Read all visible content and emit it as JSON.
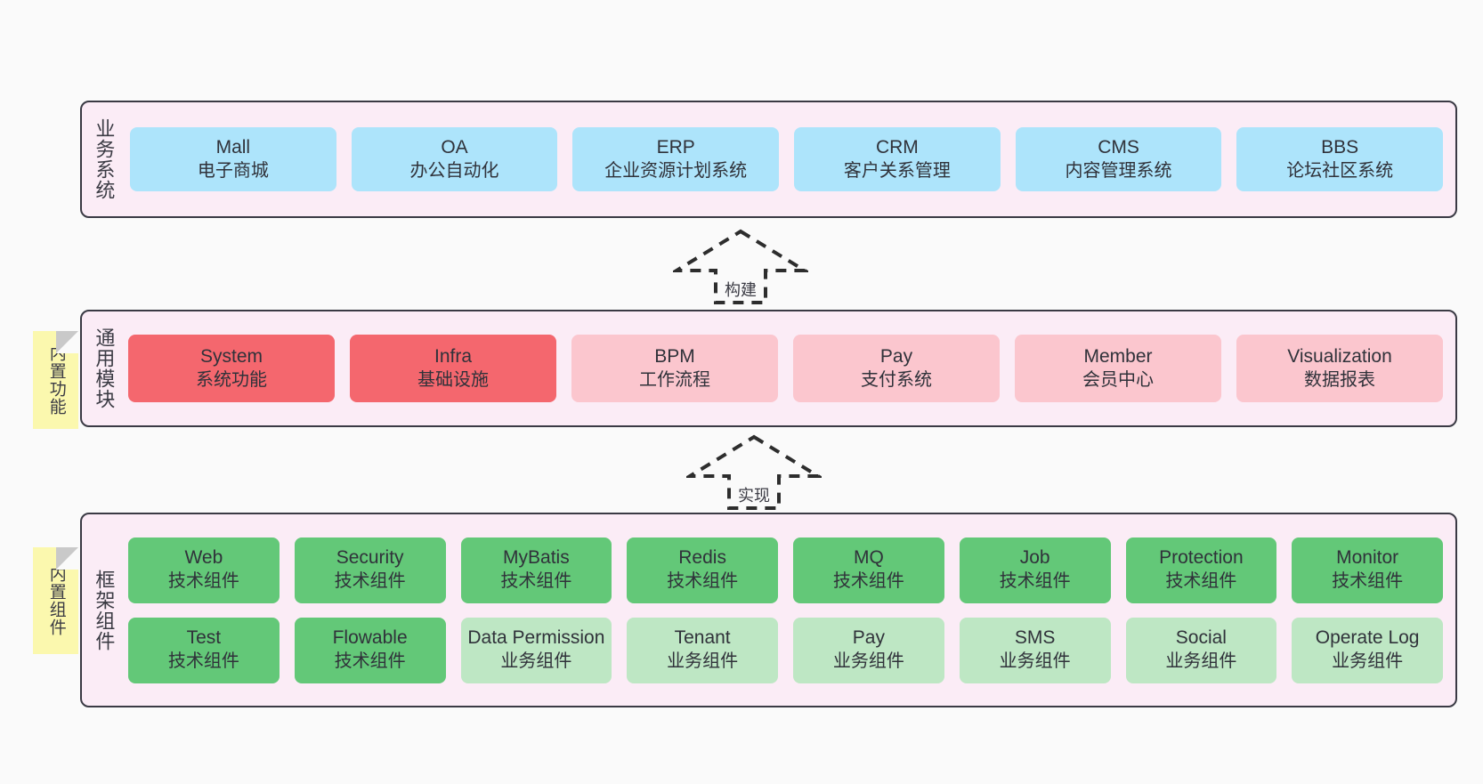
{
  "diagram": {
    "background": "#fafafa",
    "band_fill": "#fbecf6",
    "band_border": "#3a3a44",
    "sticky_fill": "#fbf8ae"
  },
  "layers": [
    {
      "id": "business",
      "label": "业务系统",
      "accent": "#ade4fb",
      "rows": [
        [
          {
            "name": "Mall",
            "desc": "电子商城",
            "style": "c-blue"
          },
          {
            "name": "OA",
            "desc": "办公自动化",
            "style": "c-blue"
          },
          {
            "name": "ERP",
            "desc": "企业资源计划系统",
            "style": "c-blue"
          },
          {
            "name": "CRM",
            "desc": "客户关系管理",
            "style": "c-blue"
          },
          {
            "name": "CMS",
            "desc": "内容管理系统",
            "style": "c-blue"
          },
          {
            "name": "BBS",
            "desc": "论坛社区系统",
            "style": "c-blue"
          }
        ]
      ]
    },
    {
      "id": "common",
      "label": "通用模块",
      "sticky": "内置功能",
      "accent": "#f4676e",
      "rows": [
        [
          {
            "name": "System",
            "desc": "系统功能",
            "style": "c-red"
          },
          {
            "name": "Infra",
            "desc": "基础设施",
            "style": "c-red"
          },
          {
            "name": "BPM",
            "desc": "工作流程",
            "style": "c-pink"
          },
          {
            "name": "Pay",
            "desc": "支付系统",
            "style": "c-pink"
          },
          {
            "name": "Member",
            "desc": "会员中心",
            "style": "c-pink"
          },
          {
            "name": "Visualization",
            "desc": "数据报表",
            "style": "c-pink"
          }
        ]
      ]
    },
    {
      "id": "framework",
      "label": "框架组件",
      "sticky": "内置组件",
      "accent": "#63c878",
      "rows": [
        [
          {
            "name": "Web",
            "desc": "技术组件",
            "style": "c-green"
          },
          {
            "name": "Security",
            "desc": "技术组件",
            "style": "c-green"
          },
          {
            "name": "MyBatis",
            "desc": "技术组件",
            "style": "c-green"
          },
          {
            "name": "Redis",
            "desc": "技术组件",
            "style": "c-green"
          },
          {
            "name": "MQ",
            "desc": "技术组件",
            "style": "c-green"
          },
          {
            "name": "Job",
            "desc": "技术组件",
            "style": "c-green"
          },
          {
            "name": "Protection",
            "desc": "技术组件",
            "style": "c-green"
          },
          {
            "name": "Monitor",
            "desc": "技术组件",
            "style": "c-green"
          }
        ],
        [
          {
            "name": "Test",
            "desc": "技术组件",
            "style": "c-green"
          },
          {
            "name": "Flowable",
            "desc": "技术组件",
            "style": "c-green"
          },
          {
            "name": "Data Permission",
            "desc": "业务组件",
            "style": "c-green-light"
          },
          {
            "name": "Tenant",
            "desc": "业务组件",
            "style": "c-green-light"
          },
          {
            "name": "Pay",
            "desc": "业务组件",
            "style": "c-green-light"
          },
          {
            "name": "SMS",
            "desc": "业务组件",
            "style": "c-green-light"
          },
          {
            "name": "Social",
            "desc": "业务组件",
            "style": "c-green-light"
          },
          {
            "name": "Operate Log",
            "desc": "业务组件",
            "style": "c-green-light"
          }
        ]
      ]
    }
  ],
  "connectors": [
    {
      "id": "build",
      "label": "构建"
    },
    {
      "id": "implement",
      "label": "实现"
    }
  ]
}
